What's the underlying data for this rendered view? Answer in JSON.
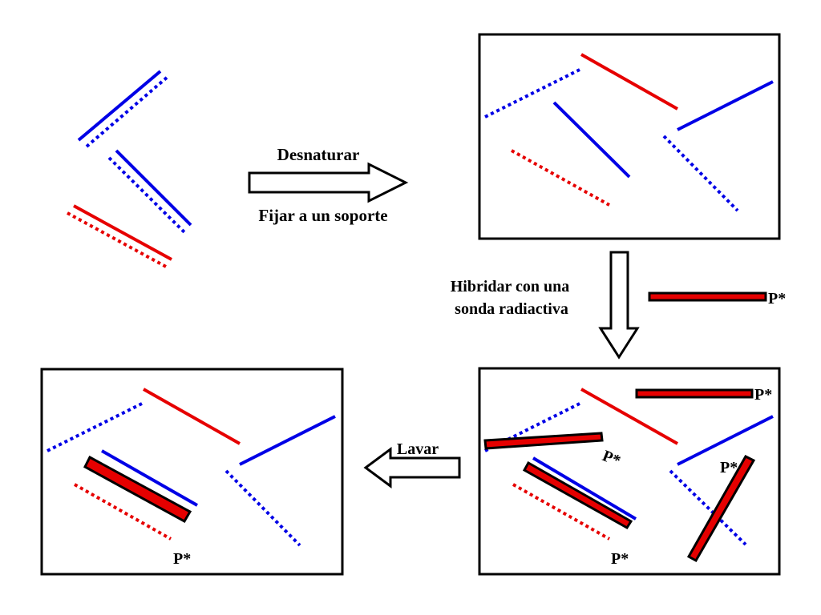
{
  "colors": {
    "blue": "#0000e6",
    "red": "#e60000",
    "outline": "#000000",
    "background": "#ffffff"
  },
  "steps": {
    "denature": {
      "label": "Desnaturar",
      "sublabel": "Fijar a un soporte"
    },
    "hybridize": {
      "line1": "Hibridar con una",
      "line2": "sonda radiactiva"
    },
    "wash": {
      "label": "Lavar"
    }
  },
  "probe": {
    "label": "P*"
  }
}
